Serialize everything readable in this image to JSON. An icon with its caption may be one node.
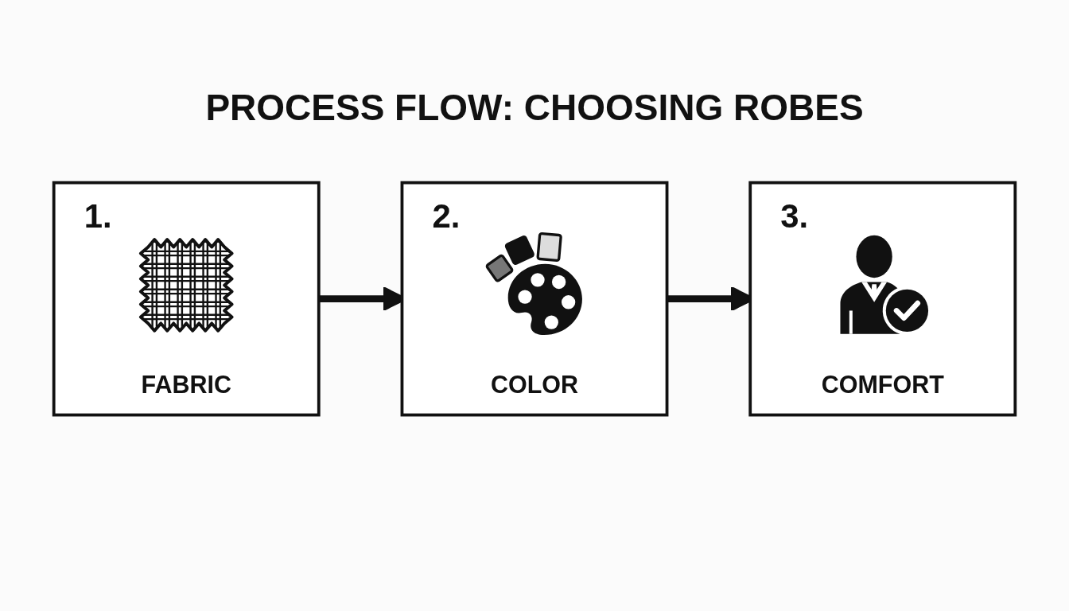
{
  "diagram": {
    "title": "PROCESS FLOW: CHOOSING ROBES",
    "nodes": [
      {
        "text": [
          "1.",
          "FABRIC"
        ]
      },
      {
        "text": [
          "2.",
          "COLOR"
        ]
      },
      {
        "text": [
          "3.",
          "COMFORT"
        ]
      }
    ],
    "edges": [
      {
        "from": 0,
        "to": 1,
        "arrow": "to"
      },
      {
        "from": 1,
        "to": 2,
        "arrow": "to"
      }
    ]
  }
}
